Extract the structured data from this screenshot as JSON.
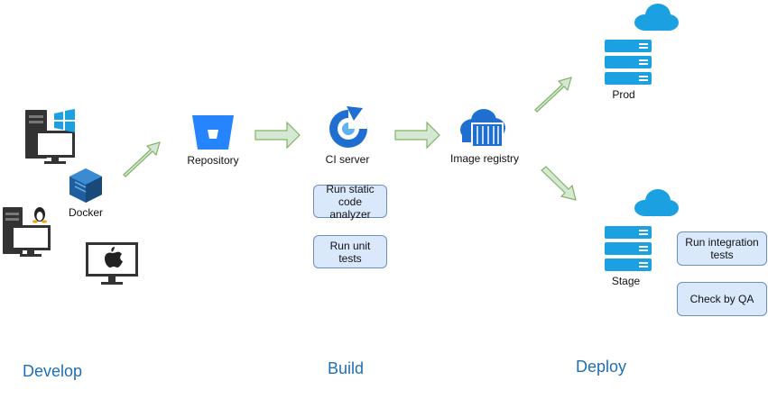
{
  "stages": {
    "develop": "Develop",
    "build": "Build",
    "deploy": "Deploy"
  },
  "nodes": {
    "docker": "Docker",
    "repository": "Repository",
    "ci_server": "CI server",
    "image_registry": "Image registry",
    "prod": "Prod",
    "stage": "Stage"
  },
  "build_tasks": {
    "static_analyzer": "Run static code analyzer",
    "unit_tests": "Run unit tests"
  },
  "deploy_tasks": {
    "integration_tests": "Run integration tests",
    "qa": "Check by QA"
  },
  "colors": {
    "arrow_fill": "#d5e8d4",
    "arrow_stroke": "#82b366",
    "task_fill": "#dae8fc",
    "task_stroke": "#6c8ebf",
    "server_blue": "#1ba1e2",
    "stage_text": "#1f6fb2"
  },
  "icons": [
    "windows-pc-icon",
    "linux-pc-icon",
    "mac-monitor-icon",
    "docker-box-icon",
    "bitbucket-icon",
    "ci-server-icon",
    "image-registry-icon",
    "cloud-icon",
    "server-rack-icon",
    "arrow-icon"
  ]
}
